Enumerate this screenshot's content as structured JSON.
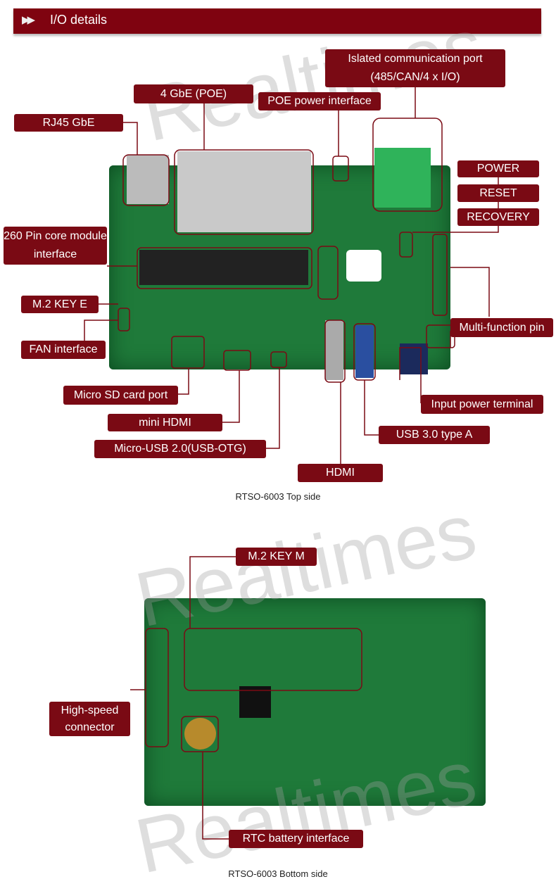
{
  "header": {
    "title": "I/O details"
  },
  "watermark": "Realtimes",
  "top": {
    "caption": "RTSO-6003 Top side",
    "labels": {
      "isolated_port": "Islated communication port (485/CAN/4 x I/O)",
      "gbe4": "4 GbE (POE)",
      "poe_power": "POE power interface",
      "rj45": "RJ45 GbE",
      "power": "POWER",
      "reset": "RESET",
      "recovery": "RECOVERY",
      "core_module": "260 Pin core module interface",
      "m2e": "M.2 KEY E",
      "multi_pin": "Multi-function pin",
      "fan": "FAN interface",
      "microsd": "Micro SD card port",
      "input_power": "Input power terminal",
      "mini_hdmi": "mini HDMI",
      "usb3": "USB 3.0 type A",
      "micro_usb": "Micro-USB 2.0(USB-OTG)",
      "hdmi": "HDMI"
    }
  },
  "bottom": {
    "caption": "RTSO-6003 Bottom side",
    "labels": {
      "m2m": "M.2 KEY M",
      "hs_conn": "High-speed connector",
      "rtc": "RTC battery interface"
    }
  },
  "colors": {
    "accent": "#7a0a14",
    "board": "#1f7a3a"
  }
}
